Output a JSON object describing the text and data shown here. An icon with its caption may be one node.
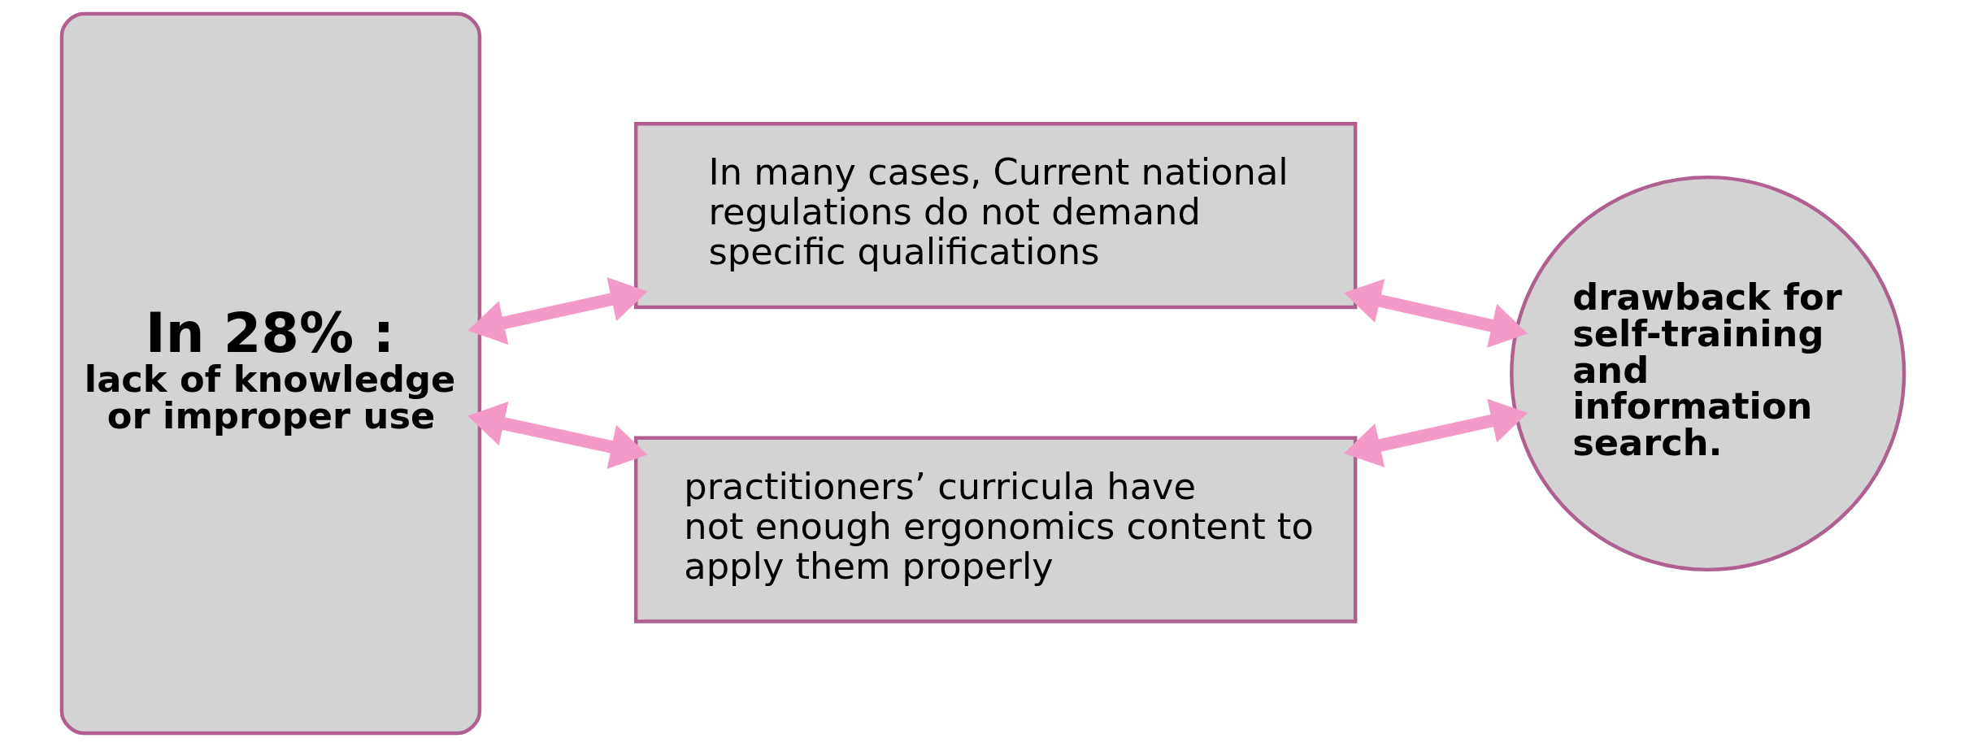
{
  "diagram": {
    "nodes": [
      {
        "text": [
          "In 28% :",
          "lack of knowledge or improper use"
        ]
      },
      {
        "text": [
          "In many cases, Current national regulations do not demand specific qualifications"
        ]
      },
      {
        "text": [
          "practitioners’ curricula have not enough ergonomics content to apply them properly"
        ]
      },
      {
        "text": [
          "drawback for self-training and information search."
        ]
      }
    ],
    "edges": [
      {
        "from": 0,
        "to": 1,
        "arrow": "both"
      },
      {
        "from": 0,
        "to": 2,
        "arrow": "both"
      },
      {
        "from": 1,
        "to": 3,
        "arrow": "both"
      },
      {
        "from": 2,
        "to": 3,
        "arrow": "both"
      }
    ]
  }
}
